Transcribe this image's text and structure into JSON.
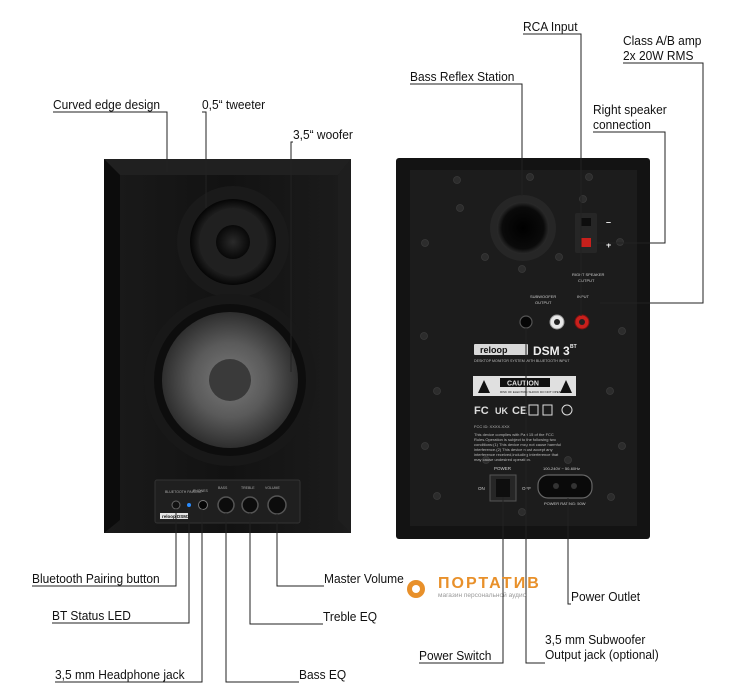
{
  "labels": {
    "curved_edge": "Curved edge design",
    "tweeter": "0,5“ tweeter",
    "woofer": "3,5“ woofer",
    "bass_reflex": "Bass Reflex Station",
    "rca_input": "RCA Input",
    "class_amp_1": "Class A/B amp",
    "class_amp_2": "2x 20W RMS",
    "right_conn_1": "Right speaker",
    "right_conn_2": "connection",
    "bt_pairing": "Bluetooth Pairing button",
    "bt_led": "BT Status LED",
    "headphone": "3,5 mm Headphone jack",
    "master_volume": "Master Volume",
    "treble": "Treble EQ",
    "bass_eq": "Bass EQ",
    "power_switch": "Power Switch",
    "power_outlet": "Power Outlet",
    "sub_out_1": "3,5 mm Subwoofer",
    "sub_out_2": "Output jack (optional)"
  },
  "panel": {
    "brand": "reloop",
    "model": "DSM",
    "model_sup": "3",
    "model_bt": "BT",
    "tagline": "DESKTOP MONITOR SYSTEM WITH BLUETOOTH INPUT",
    "caution": "CAUTION",
    "caution_sub": "RISK OF ELECTRIC SHOCK DO NOT OPEN",
    "fcc_id": "FCC ID: XXXX-XXX",
    "fcc_text_1": "This device complies with Part 15 of the FCC",
    "fcc_text_2": "Rules.Operation is subject to the following two",
    "fcc_text_3": "conditions:(1) This device may not cause harmful",
    "fcc_text_4": "interference.(2) This device must accept any",
    "fcc_text_5": "interference received,including interference that",
    "fcc_text_6": "may cause undesired operation.",
    "power": "POWER",
    "on": "ON",
    "off": "OFF",
    "voltage": "100-240V ~ 50-60Hz",
    "rating": "POWER RATING: 50W",
    "sub_output_1": "SUBWOOFER",
    "sub_output_2": "OUTPUT",
    "input": "INPUT",
    "right_speaker_1": "RIGHT SPEAKER",
    "right_speaker_2": "OUTPUT",
    "minus": "–",
    "plus": "+",
    "front_pairing": "BLUETOOTH PAIRING",
    "front_phones": "PHONES",
    "front_bass": "BASS",
    "front_treble": "TREBLE",
    "front_volume": "VOLUME",
    "front_logo": "reloop DSM3"
  },
  "watermark": {
    "title": "ПОРТАТИВ",
    "subtitle": "магазин персональной аудио"
  },
  "colors": {
    "speaker_dark": "#141414",
    "accent_red": "#c8201c",
    "watermark_orange": "#e8902a",
    "led_blue": "#2a8cff"
  }
}
